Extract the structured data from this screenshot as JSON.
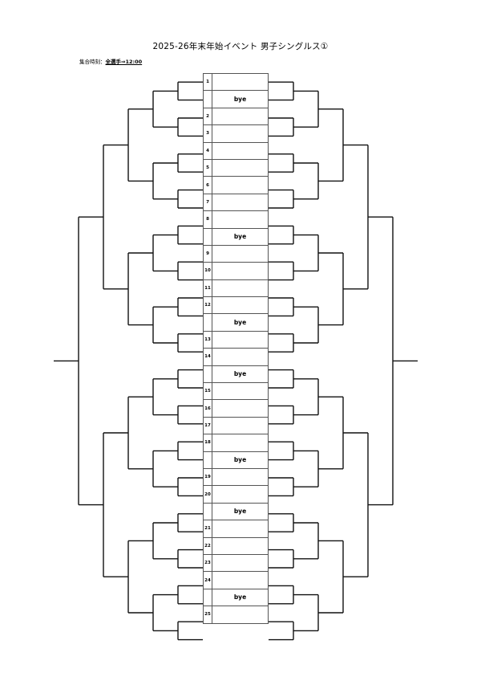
{
  "title": "2025-26年末年始イベント 男子シングルス①",
  "assembly": {
    "label": "集合時刻：",
    "value": "全選手⇒12:00"
  },
  "slots": [
    {
      "num": "1",
      "name": ""
    },
    {
      "num": "",
      "name": "bye"
    },
    {
      "num": "2",
      "name": ""
    },
    {
      "num": "3",
      "name": ""
    },
    {
      "num": "4",
      "name": ""
    },
    {
      "num": "5",
      "name": ""
    },
    {
      "num": "6",
      "name": ""
    },
    {
      "num": "7",
      "name": ""
    },
    {
      "num": "8",
      "name": ""
    },
    {
      "num": "",
      "name": "bye"
    },
    {
      "num": "9",
      "name": ""
    },
    {
      "num": "10",
      "name": ""
    },
    {
      "num": "11",
      "name": ""
    },
    {
      "num": "12",
      "name": ""
    },
    {
      "num": "",
      "name": "bye"
    },
    {
      "num": "13",
      "name": ""
    },
    {
      "num": "14",
      "name": ""
    },
    {
      "num": "",
      "name": "bye"
    },
    {
      "num": "15",
      "name": ""
    },
    {
      "num": "16",
      "name": ""
    },
    {
      "num": "17",
      "name": ""
    },
    {
      "num": "18",
      "name": ""
    },
    {
      "num": "",
      "name": "bye"
    },
    {
      "num": "19",
      "name": ""
    },
    {
      "num": "20",
      "name": ""
    },
    {
      "num": "",
      "name": "bye"
    },
    {
      "num": "21",
      "name": ""
    },
    {
      "num": "22",
      "name": ""
    },
    {
      "num": "23",
      "name": ""
    },
    {
      "num": "24",
      "name": ""
    },
    {
      "num": "",
      "name": "bye"
    },
    {
      "num": "25",
      "name": ""
    }
  ]
}
